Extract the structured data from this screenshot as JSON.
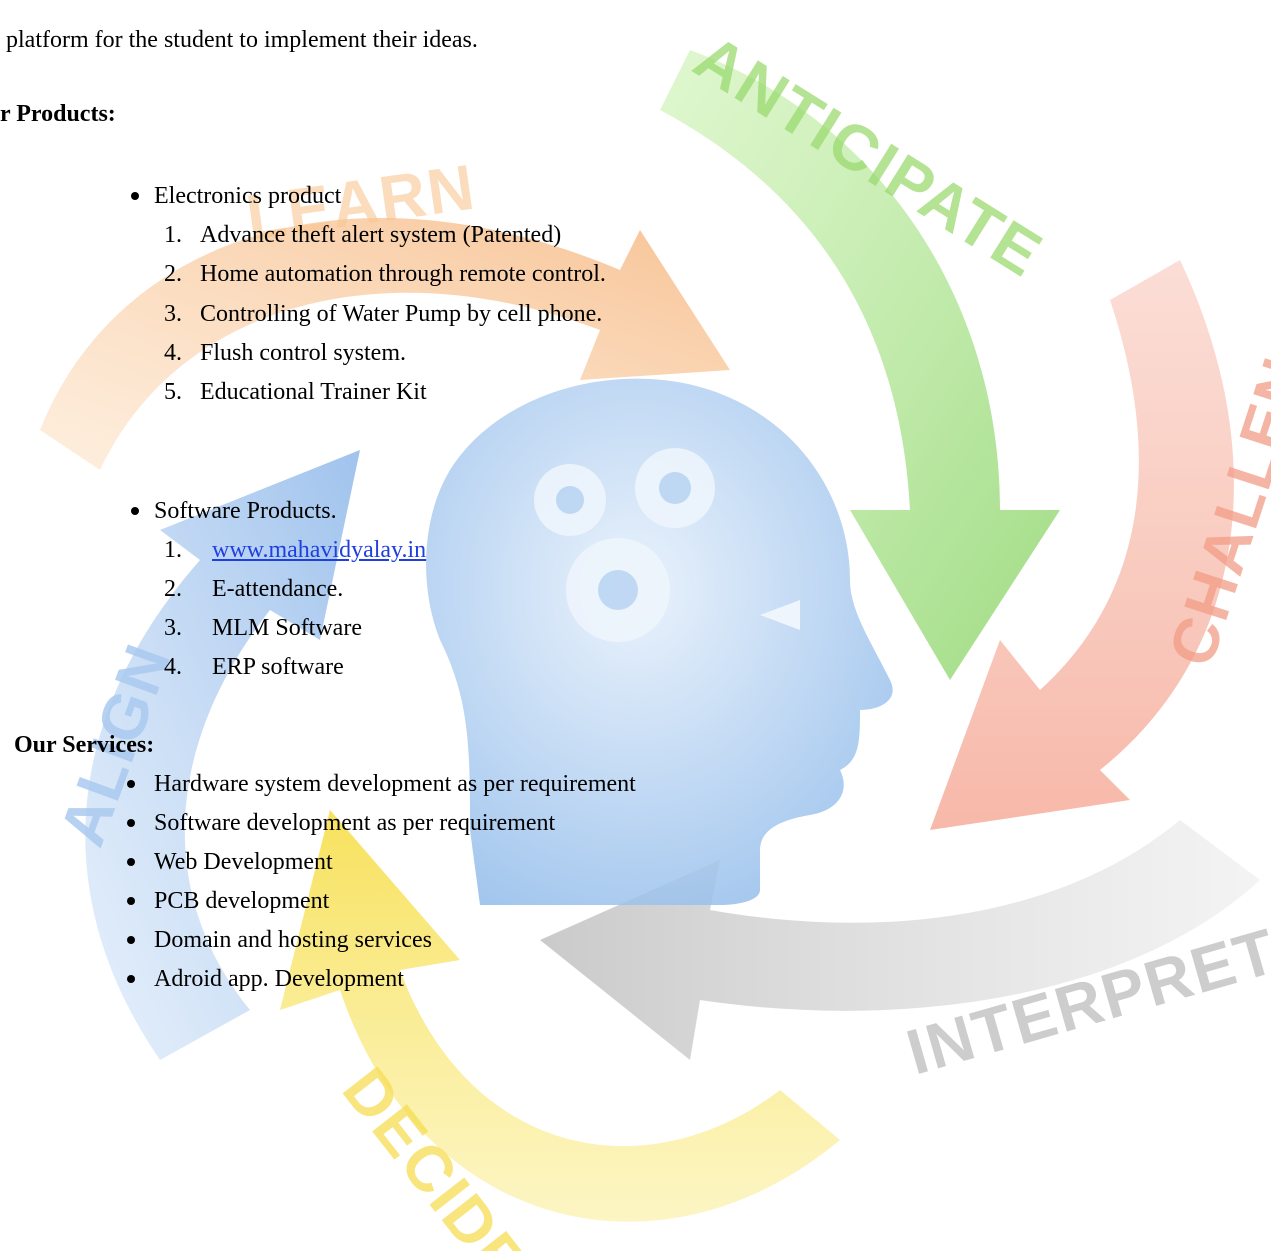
{
  "document": {
    "intro_tail": "platform for the student to implement their ideas.",
    "products_heading": "r Products:",
    "electronics": {
      "title": "Electronics product",
      "items": [
        {
          "num": "1.",
          "text": "Advance theft alert system (Patented)"
        },
        {
          "num": "2.",
          "text": "Home automation through remote control."
        },
        {
          "num": "3.",
          "text": "Controlling of Water Pump by cell phone."
        },
        {
          "num": "4.",
          "text": "Flush control system."
        },
        {
          "num": "5.",
          "text": "Educational Trainer Kit"
        }
      ]
    },
    "software": {
      "title": "Software Products.",
      "items": [
        {
          "num": "1.",
          "text": "www.mahavidyalay.in"
        },
        {
          "num": "2.",
          "text": "E-attendance."
        },
        {
          "num": "3.",
          "text": "MLM Software"
        },
        {
          "num": "4.",
          "text": "ERP software"
        }
      ]
    },
    "services_heading": "Our Services:",
    "services": [
      "Hardware system development as per  requirement",
      "Software development as per requirement",
      "Web Development",
      "PCB development",
      "Domain and hosting services",
      "Adroid app. Development"
    ]
  },
  "watermark": {
    "words": [
      "ANTICIPATE",
      "CHALLENGE",
      "INTERPRET",
      "DECIDE",
      "ALIGN",
      "LEARN"
    ],
    "colors": {
      "green": "#9ad96f",
      "red": "#f4a28e",
      "gray": "#cfcfcf",
      "yellow": "#f7e36a",
      "blue": "#a9c9ef",
      "orange": "#f8c48f",
      "head": "#a9cbf0"
    },
    "icon": "head-with-gears-icon"
  }
}
